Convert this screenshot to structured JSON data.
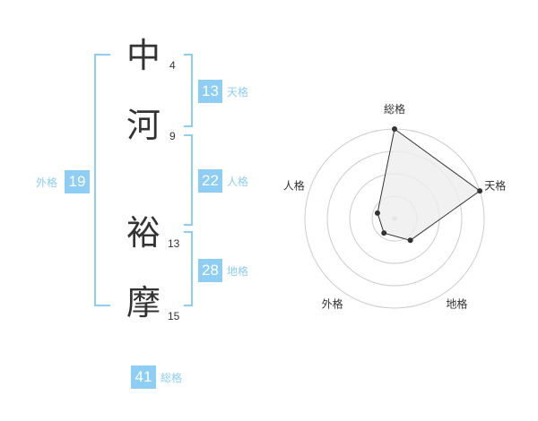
{
  "name_chars": [
    {
      "char": "中",
      "strokes": "4"
    },
    {
      "char": "河",
      "strokes": "9"
    },
    {
      "char": "裕",
      "strokes": "13"
    },
    {
      "char": "摩",
      "strokes": "15"
    }
  ],
  "kaku": {
    "tenkaku": {
      "value": "13",
      "label": "天格"
    },
    "jinkaku": {
      "value": "22",
      "label": "人格"
    },
    "chikaku": {
      "value": "28",
      "label": "地格"
    },
    "gaikaku": {
      "value": "19",
      "label": "外格"
    },
    "soukaku": {
      "value": "41",
      "label": "総格"
    }
  },
  "colors": {
    "accent": "#8ecdf4",
    "text": "#333333",
    "grid": "#cccccc",
    "fill": "#eeeeee",
    "point": "#333333"
  },
  "chart_data": {
    "type": "radar",
    "axes": [
      "総格",
      "天格",
      "地格",
      "外格",
      "人格"
    ],
    "values": [
      5,
      5,
      1.5,
      1,
      1
    ],
    "range": [
      0,
      5
    ],
    "rings": 4
  }
}
